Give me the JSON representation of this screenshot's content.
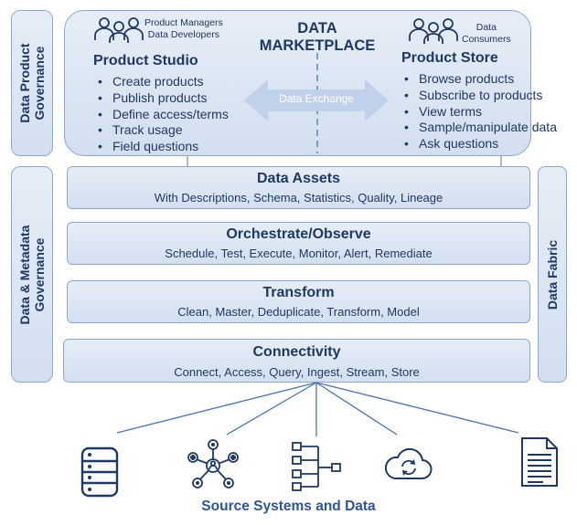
{
  "governance": {
    "product": "Data Product Governance",
    "metadata": "Data & Metadata Governance"
  },
  "fabric": "Data Fabric",
  "marketplace": {
    "title_line1": "DATA",
    "title_line2": "MARKETPLACE",
    "exchange": "Data Exchange",
    "studio": {
      "roles_line1": "Product Managers",
      "roles_line2": "Data Developers",
      "title": "Product Studio",
      "items": [
        "Create products",
        "Publish products",
        "Define access/terms",
        "Track usage",
        "Field questions"
      ]
    },
    "store": {
      "roles_line1": "Data",
      "roles_line2": "Consumers",
      "title": "Product Store",
      "items": [
        "Browse products",
        "Subscribe to products",
        "View terms",
        "Sample/manipulate data",
        "Ask questions"
      ]
    }
  },
  "layers": [
    {
      "title": "Data Assets",
      "subtitle": "With Descriptions, Schema, Statistics, Quality, Lineage"
    },
    {
      "title": "Orchestrate/Observe",
      "subtitle": "Schedule, Test, Execute, Monitor, Alert, Remediate"
    },
    {
      "title": "Transform",
      "subtitle": "Clean, Master, Deduplicate, Transform, Model"
    },
    {
      "title": "Connectivity",
      "subtitle": "Connect, Access, Query, Ingest, Stream, Store"
    }
  ],
  "sources": {
    "title": "Source Systems and Data",
    "icons": [
      "database-icon",
      "network-hub-icon",
      "hierarchy-icon",
      "cloud-sync-icon",
      "document-icon"
    ]
  },
  "colors": {
    "text": "#1f3864",
    "border": "#8ea9cc",
    "fill": "#dde6f2",
    "arrow": "#bfd0e8",
    "lines": "#4a73b0",
    "footer": "#2e5597"
  }
}
